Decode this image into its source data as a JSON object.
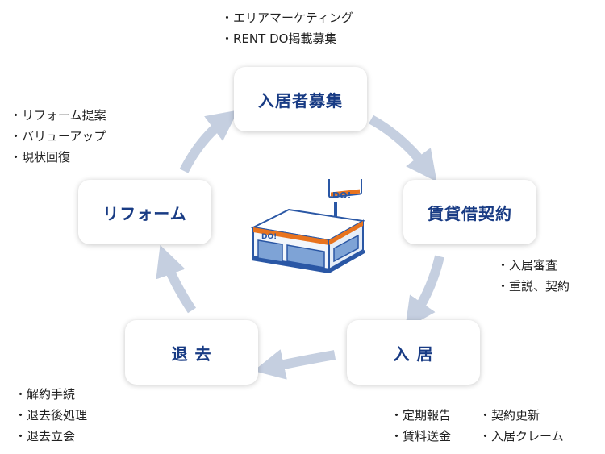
{
  "nodes": {
    "recruit": "入居者募集",
    "contract": "賃貸借契約",
    "move_in": "入 居",
    "move_out": "退 去",
    "reform": "リフォーム"
  },
  "notes": {
    "recruit": [
      "エリアマーケティング",
      "RENT DO掲載募集"
    ],
    "contract": [
      "入居審査",
      "重説、契約"
    ],
    "move_in_left": [
      "定期報告",
      "賃料送金"
    ],
    "move_in_right": [
      "契約更新",
      "入居クレーム"
    ],
    "move_out": [
      "解約手続",
      "退去後処理",
      "退去立会"
    ],
    "reform": [
      "リフォーム提案",
      "バリューアップ",
      "現状回復"
    ]
  },
  "store": {
    "sign_text": "DO!"
  },
  "colors": {
    "arrow": "#c5cfe0",
    "label": "#183b84",
    "store_orange": "#e8731e",
    "store_blue": "#2a57a5"
  }
}
